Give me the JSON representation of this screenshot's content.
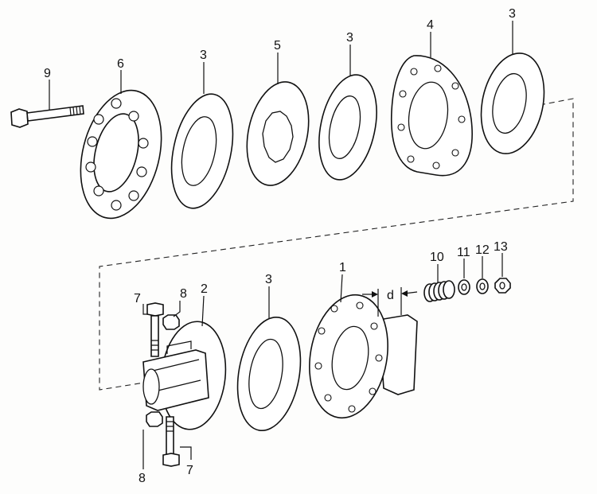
{
  "diagram": {
    "labels": [
      {
        "id": "p9",
        "text": "9"
      },
      {
        "id": "p6",
        "text": "6"
      },
      {
        "id": "p3a",
        "text": "3"
      },
      {
        "id": "p5",
        "text": "5"
      },
      {
        "id": "p3b",
        "text": "3"
      },
      {
        "id": "p4",
        "text": "4"
      },
      {
        "id": "p3c",
        "text": "3"
      },
      {
        "id": "p7a",
        "text": "7"
      },
      {
        "id": "p8a",
        "text": "8"
      },
      {
        "id": "p2",
        "text": "2"
      },
      {
        "id": "p3d",
        "text": "3"
      },
      {
        "id": "p1",
        "text": "1"
      },
      {
        "id": "pd",
        "text": "d"
      },
      {
        "id": "p10",
        "text": "10"
      },
      {
        "id": "p11",
        "text": "11"
      },
      {
        "id": "p12",
        "text": "12"
      },
      {
        "id": "p13",
        "text": "13"
      },
      {
        "id": "p8b",
        "text": "8"
      },
      {
        "id": "p7b",
        "text": "7"
      }
    ]
  },
  "colors": {
    "ink": "#111111",
    "paper": "#fdfdfc"
  }
}
